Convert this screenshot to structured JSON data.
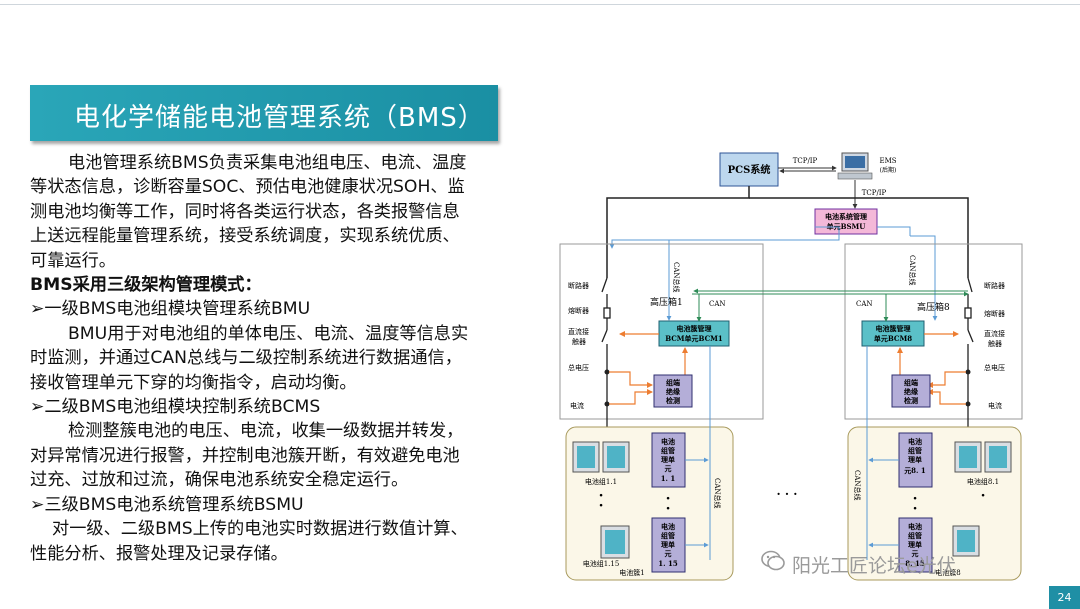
{
  "slide": {
    "title": "电化学储能电池管理系统（BMS）",
    "page_number": "24",
    "watermark": "阳光工匠论坛e光伏"
  },
  "body": {
    "intro_lines": [
      "电池管理系统BMS负责采集电池组电压、电流、温度",
      "等状态信息，诊断容量SOC、预估电池健康状况SOH、监",
      "测电池均衡等工作，同时将各类运行状态，各类报警信息",
      "上送远程能量管理系统，接受系统调度，实现系统优质、",
      "可靠运行。"
    ],
    "mode_heading": "BMS采用三级架构管理模式：",
    "level1_heading": "➢一级BMS电池组模块管理系统BMU",
    "level1_lines": [
      "BMU用于对电池组的单体电压、电流、温度等信息实",
      "时监测，并通过CAN总线与二级控制系统进行数据通信，",
      "接收管理单元下穿的均衡指令，启动均衡。"
    ],
    "level2_heading": "➢二级BMS电池组模块控制系统BCMS",
    "level2_lines": [
      "检测整簇电池的电压、电流，收集一级数据并转发，",
      "对异常情况进行报警，并控制电池簇开断，有效避免电池",
      "过充、过放和过流，确保电池系统安全稳定运行。"
    ],
    "level3_heading": "➢三级BMS电池系统管理系统BSMU",
    "level3_lines": [
      "对一级、二级BMS上传的电池实时数据进行数值计算、",
      "性能分析、报警处理及记录存储。"
    ]
  },
  "diagram": {
    "pcs": "PCS系统",
    "tcpip_1": "TCP/IP",
    "ems": "EMS",
    "ems_sub": "(后期)",
    "tcpip_2": "TCP/IP",
    "bsmu_1": "电池系统管理",
    "bsmu_2": "单元BSMU",
    "can_bus": "CAN总线",
    "can": "CAN",
    "hv_box_1": "高压箱1",
    "hv_box_8": "高压箱8",
    "breaker": "断路器",
    "fuse": "熔断器",
    "dc_contactor_1": "直流接",
    "dc_contactor_2": "触器",
    "total_voltage": "总电压",
    "current": "电流",
    "bcm1_1": "电池簇管理",
    "bcm1_2": "BCM单元BCM1",
    "bcm8_1": "电池簇管理",
    "bcm8_2": "单元BCM8",
    "insul_1": "组端",
    "insul_2": "绝缘",
    "insul_3": "检测",
    "bmu_1a": "电池",
    "bmu_1b": "组管",
    "bmu_1c": "理单",
    "bmu_1d": "元",
    "bmu_1e": "1. 1",
    "bmu_115e": "1. 15",
    "bmu_81e": "元8. 1",
    "bmu_815e": "8. 15",
    "pack_1_1": "电池组1.1",
    "pack_1_15": "电池组1.15",
    "pack_8_1": "电池组8.1",
    "cluster_1": "电池簇1",
    "cluster_8": "电池簇8",
    "dots": "· · ·"
  },
  "colors": {
    "title_bg": "#1a8fa3",
    "pcs_fill": "#bdd7ee",
    "bsmu_fill": "#f4b8d8",
    "bcm_fill": "#5bc0c8",
    "bmu_fill": "#b4aed8",
    "can_line": "#5b9bd5",
    "orange_line": "#ed7d31",
    "green_line": "#2e8b57",
    "cluster_fill": "#fbf7e8"
  }
}
